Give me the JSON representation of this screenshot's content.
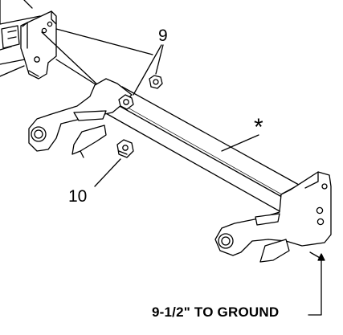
{
  "callouts": {
    "nut_top": "9",
    "nut_bottom": "10",
    "asterisk": "*"
  },
  "note": {
    "ground_height": "9-1/2\" TO GROUND"
  },
  "colors": {
    "line": "#000000",
    "fill": "#ffffff"
  }
}
